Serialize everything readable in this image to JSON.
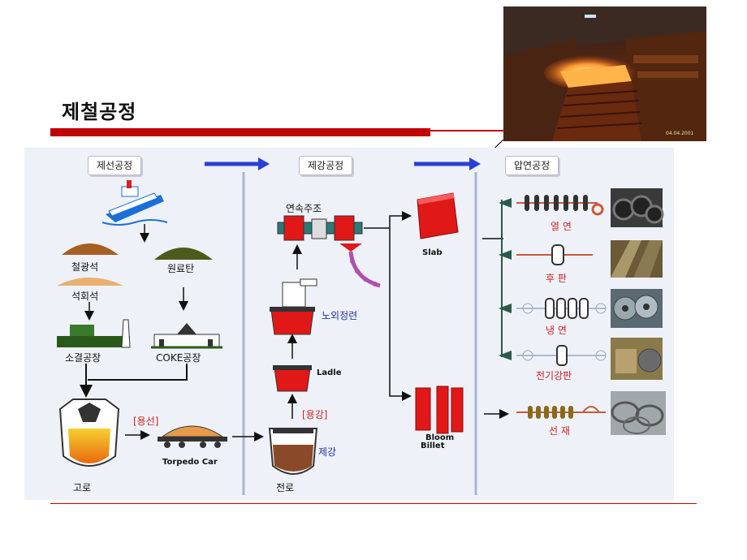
{
  "slide": {
    "title": "제철공정"
  },
  "diagram": {
    "sections": {
      "ironmaking": "제선공정",
      "steelmaking": "제강공정",
      "rolling": "압연공정"
    },
    "ironmaking": {
      "iron_ore": "철광석",
      "coal": "원료탄",
      "limestone": "석회석",
      "sinter_plant": "소결공장",
      "coke_plant": "COKE공장",
      "molten_iron": "[용선]",
      "torpedo_car": "Torpedo Car",
      "blast_furnace": "고로"
    },
    "steelmaking": {
      "continuous_casting": "연속주조",
      "secondary_refining": "노외정련",
      "ladle": "Ladle",
      "molten_steel": "[용강]",
      "steelmaking_label": "제강",
      "converter": "전로"
    },
    "semi_products": {
      "slab": "Slab",
      "bloom": "Bloom",
      "billet": "Billet"
    },
    "rolling": {
      "hot_rolled": "열 연",
      "plate": "후 판",
      "cold_rolled": "냉 연",
      "electrical_steel": "전기강판",
      "wire_rod": "선 재"
    },
    "photo_timestamp": "04.04.2001"
  },
  "colors": {
    "accent_red": "#c00000",
    "product_red": "#e01818",
    "flow_blue": "#2a3fd6",
    "panel_bg": "#eef1f7"
  }
}
